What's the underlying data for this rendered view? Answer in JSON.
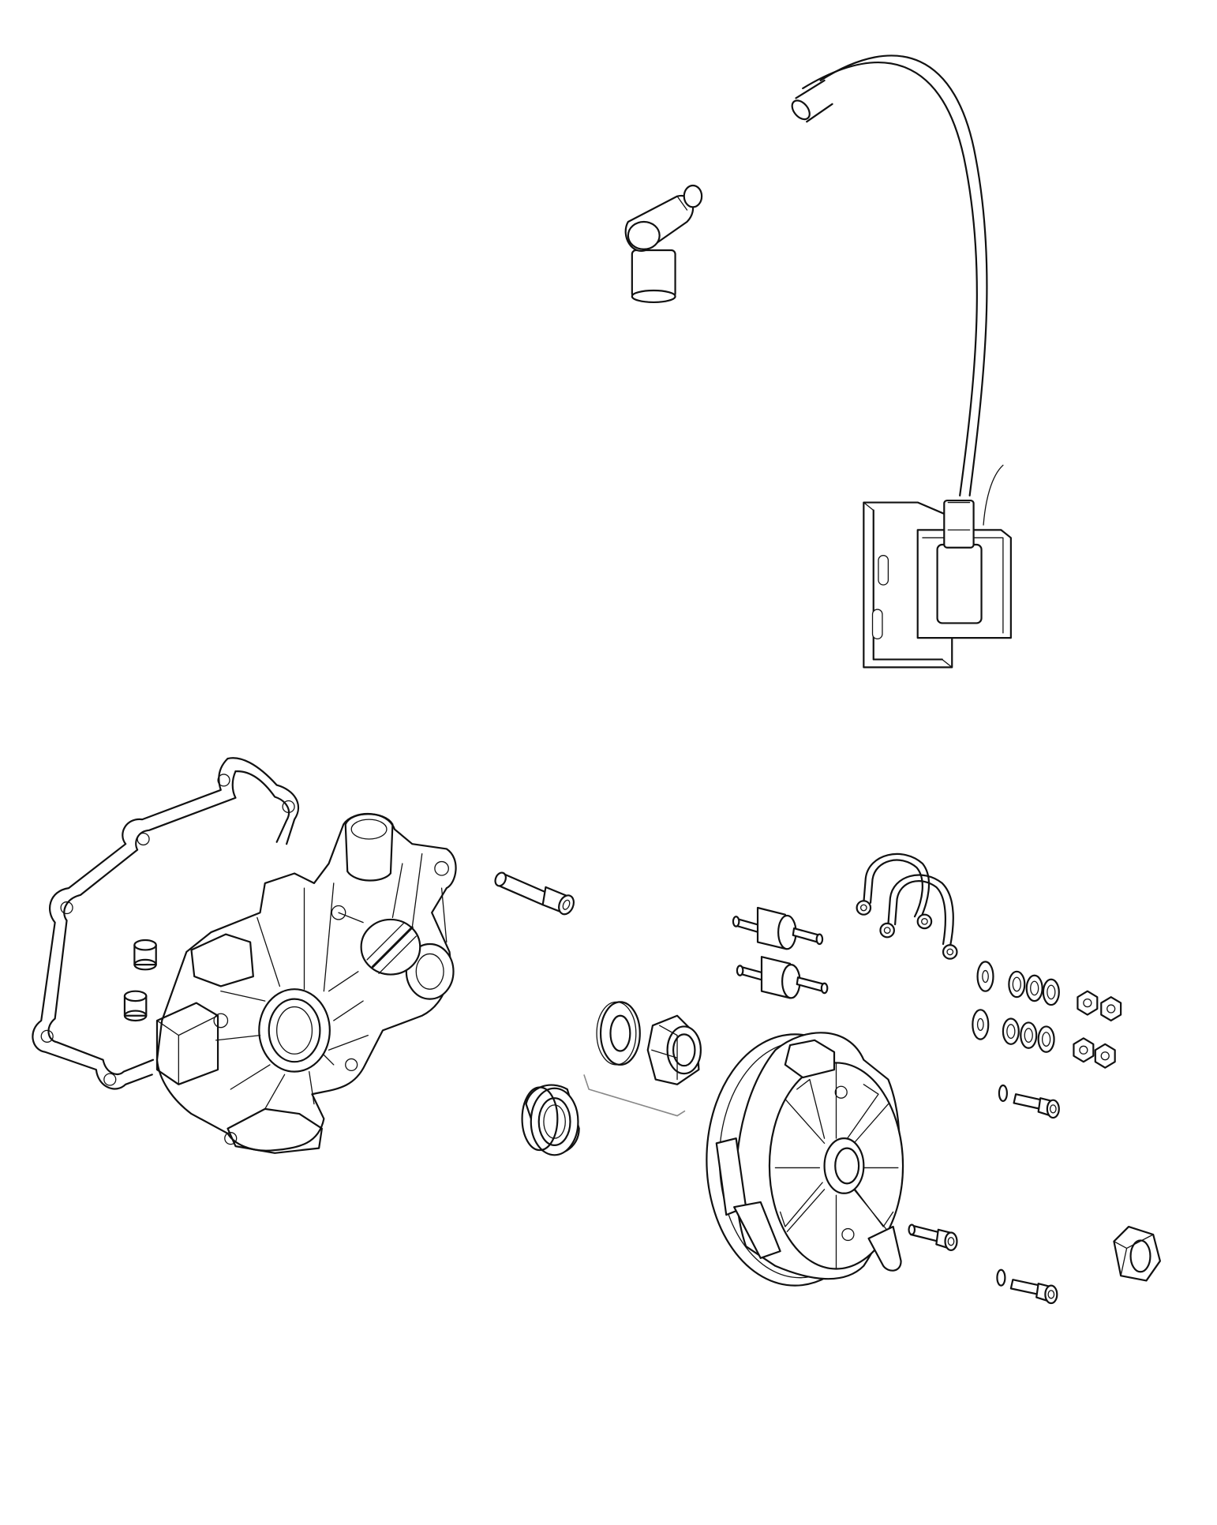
{
  "colors": {
    "background": "#ffffff",
    "line": "#111111",
    "bracket": "#888888"
  },
  "parts": [
    {
      "id": "spark-plug-cap",
      "icon": "spark-plug-cap-icon"
    },
    {
      "id": "ignition-cable",
      "icon": "cable-icon"
    },
    {
      "id": "ignition-coil",
      "icon": "ignition-coil-icon"
    },
    {
      "id": "cover-gasket",
      "icon": "gasket-icon"
    },
    {
      "id": "dowel-pins",
      "icon": "dowel-pin-icon"
    },
    {
      "id": "ignition-cover",
      "icon": "cover-housing-icon"
    },
    {
      "id": "cover-screw",
      "icon": "screw-icon"
    },
    {
      "id": "shaft-seal",
      "icon": "seal-ring-icon"
    },
    {
      "id": "sealing-washer",
      "icon": "washer-icon"
    },
    {
      "id": "screw-plug",
      "icon": "plug-icon"
    },
    {
      "id": "rubber-mounts",
      "icon": "rubber-mount-icon"
    },
    {
      "id": "ground-cables",
      "icon": "ground-cable-icon"
    },
    {
      "id": "washers-and-nuts",
      "icon": "nut-icon"
    },
    {
      "id": "stator-and-rotor",
      "icon": "stator-icon"
    },
    {
      "id": "stator-screws",
      "icon": "screw-icon"
    },
    {
      "id": "rotor-nut",
      "icon": "hex-nut-icon"
    }
  ]
}
